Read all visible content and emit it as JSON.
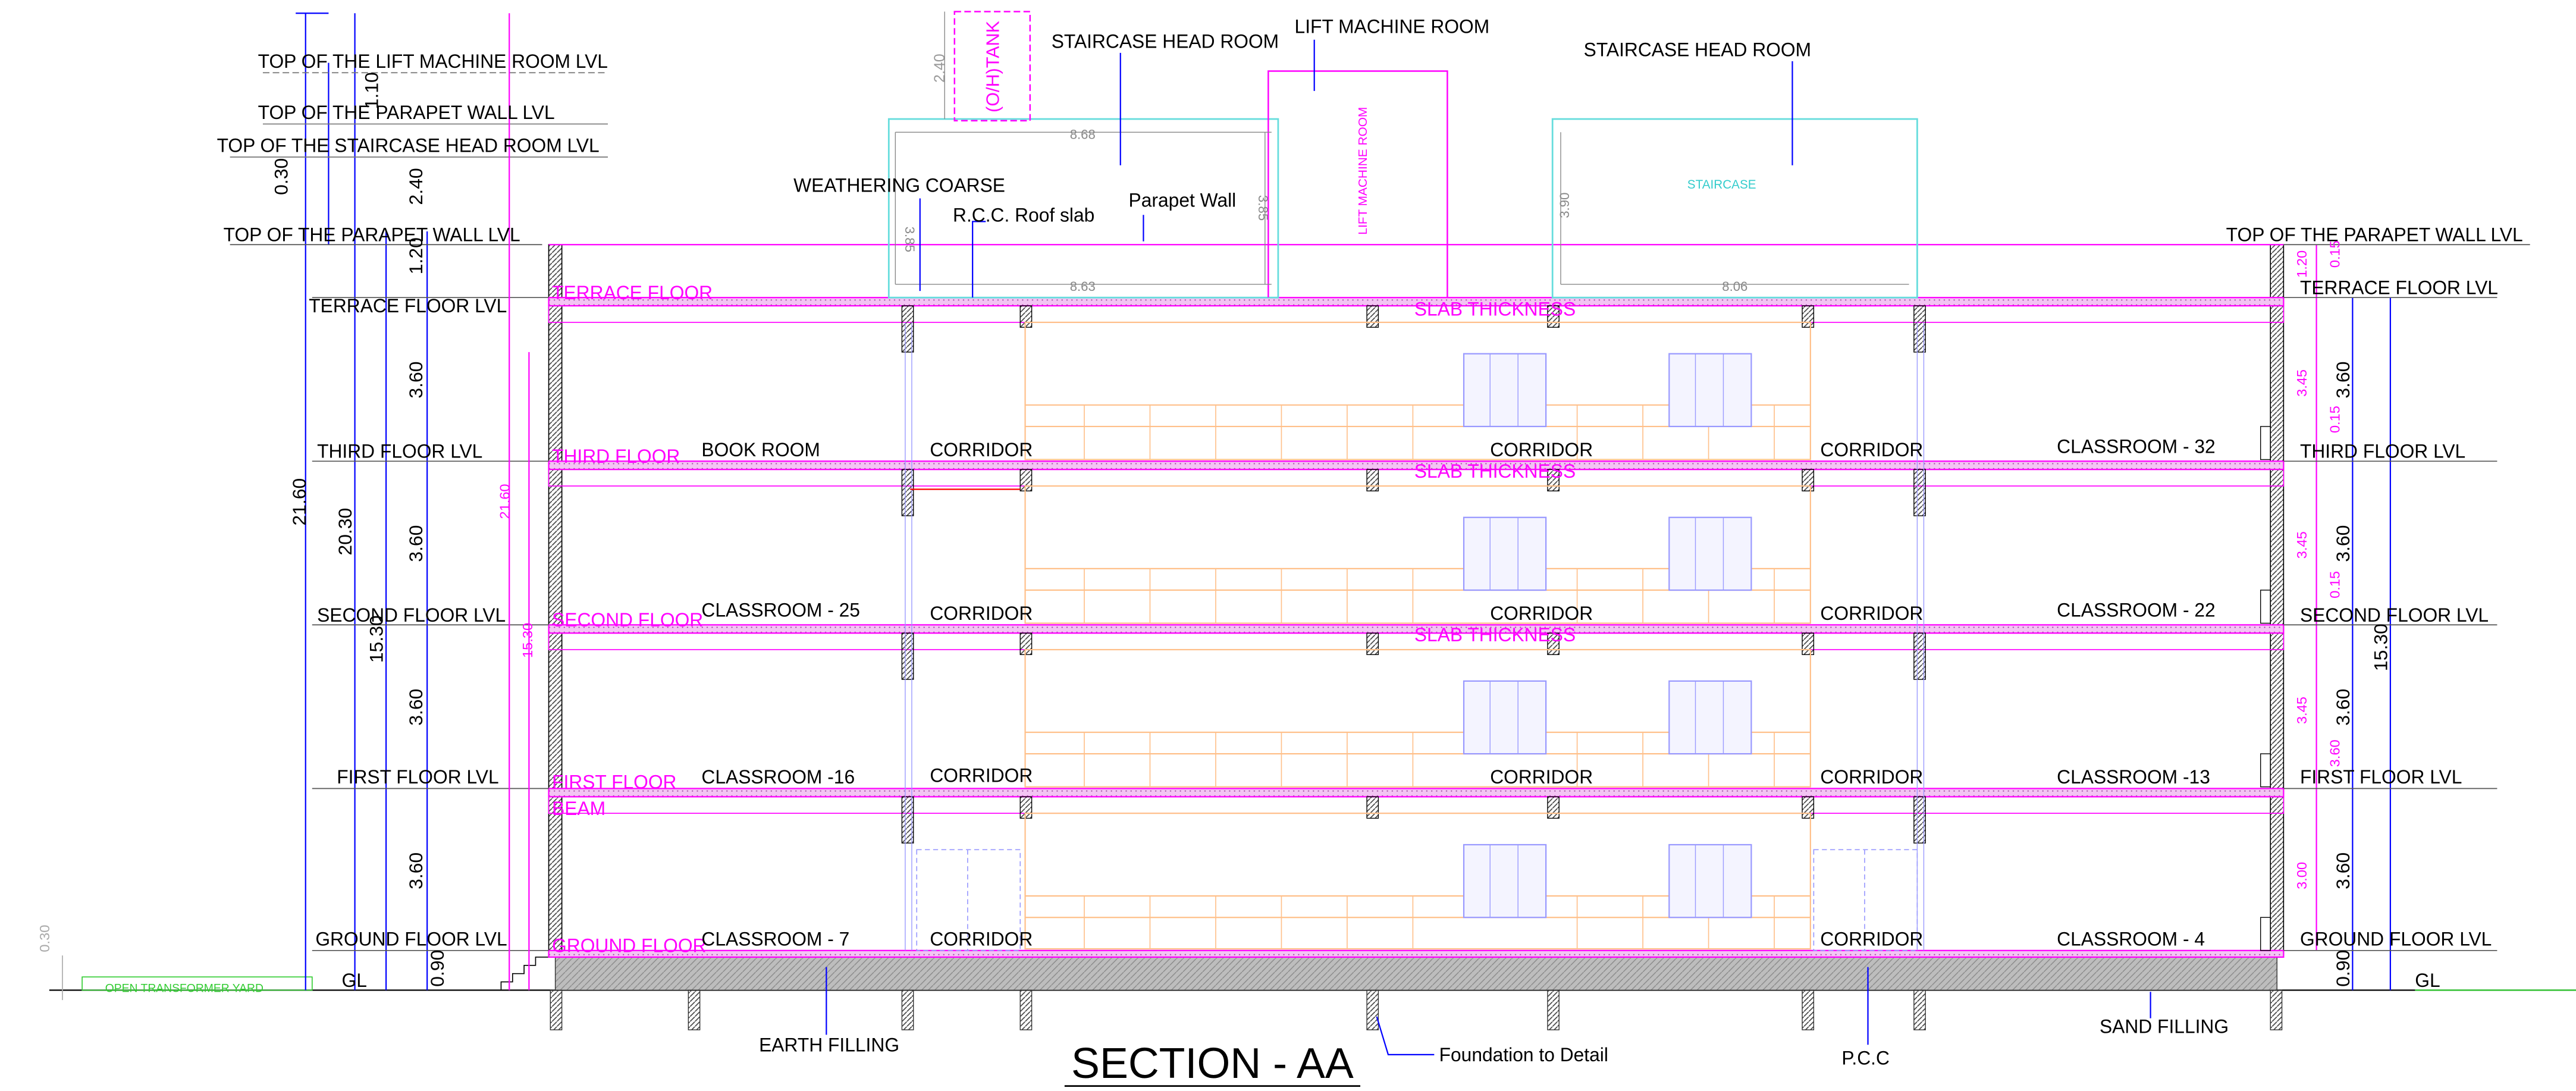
{
  "title": "SECTION - AA",
  "colors": {
    "line": "#000000",
    "annotation": "#0000ff",
    "slab": "#ff00ff",
    "headroom": "#66dddd",
    "railing": "#ffc08a",
    "window": "#9999ff",
    "ground_hatch": "#999999",
    "transformer": "#33cc33"
  },
  "overall_dims": {
    "total_height": "21.60",
    "upto_terrace": "20.30",
    "upto_third": "15.30",
    "lift_top": "1.10",
    "headroom": "2.40",
    "parapet_small": "0.30",
    "parapet_main": "1.20",
    "floor_height": "3.60",
    "plinth": "0.90",
    "transformer_plinth": "0.30",
    "inner_total": "21.60",
    "inner_third": "15.30"
  },
  "level_labels": {
    "lift_machine_top": "TOP OF THE LIFT MACHINE ROOM LVL",
    "parapet_upper": "TOP OF THE PARAPET WALL LVL",
    "staircase_head_top": "TOP OF THE STAIRCASE HEAD ROOM LVL",
    "parapet_main": "TOP OF THE PARAPET WALL LVL",
    "parapet_right": "TOP OF THE PARAPET WALL LVL",
    "terrace": "TERRACE FLOOR LVL",
    "third": "THIRD FLOOR LVL",
    "second": "SECOND FLOOR LVL",
    "first": "FIRST FLOOR LVL",
    "ground": "GROUND FLOOR LVL",
    "gl": "GL"
  },
  "floor_tags": {
    "terrace": "TERRACE FLOOR",
    "third": "THIRD FLOOR",
    "second": "SECOND FLOOR",
    "first": "FIRST FLOOR",
    "beam": "BEAM",
    "ground": "GROUND FLOOR",
    "slab": "SLAB THICKNESS"
  },
  "rooms": {
    "third": [
      "BOOK ROOM",
      "CORRIDOR",
      "CORRIDOR",
      "CORRIDOR",
      "CLASSROOM - 32"
    ],
    "second": [
      "CLASSROOM - 25",
      "CORRIDOR",
      "CORRIDOR",
      "CORRIDOR",
      "CLASSROOM - 22"
    ],
    "first": [
      "CLASSROOM -16",
      "CORRIDOR",
      "CORRIDOR",
      "CORRIDOR",
      "CLASSROOM -13"
    ],
    "ground": [
      "CLASSROOM - 7",
      "CORRIDOR",
      "CORRIDOR",
      "CLASSROOM - 4"
    ]
  },
  "roof": {
    "tank": "(O/H)TANK",
    "tank_dim": "2.40",
    "staircase_head_left": "STAIRCASE HEAD ROOM",
    "lift_machine": "LIFT MACHINE ROOM",
    "lift_machine_vertical": "LIFT MACHINE ROOM",
    "staircase_head_right": "STAIRCASE HEAD ROOM",
    "staircase_small": "STAIRCASE",
    "weathering": "WEATHERING COARSE",
    "roof_slab": "R.C.C. Roof slab",
    "parapet": "Parapet Wall",
    "dim_868": "8.68",
    "dim_863": "8.63",
    "dim_385a": "3.85",
    "dim_385b": "3.85",
    "dim_390": "3.90",
    "dim_806": "8.06"
  },
  "right_dims": {
    "parapet": "0.15",
    "slab_top": "1.20",
    "clear": "3.45",
    "slab": "0.15",
    "beam_clear": "3.60",
    "ground_clear": "3.00",
    "floor": "3.60",
    "total_third": "15.30",
    "plinth": "0.90"
  },
  "notes": {
    "earth": "EARTH FILLING",
    "foundation": "Foundation to Detail",
    "pcc": "P.C.C",
    "sand": "SAND FILLING",
    "transformer": "OPEN TRANSFORMER YARD"
  }
}
